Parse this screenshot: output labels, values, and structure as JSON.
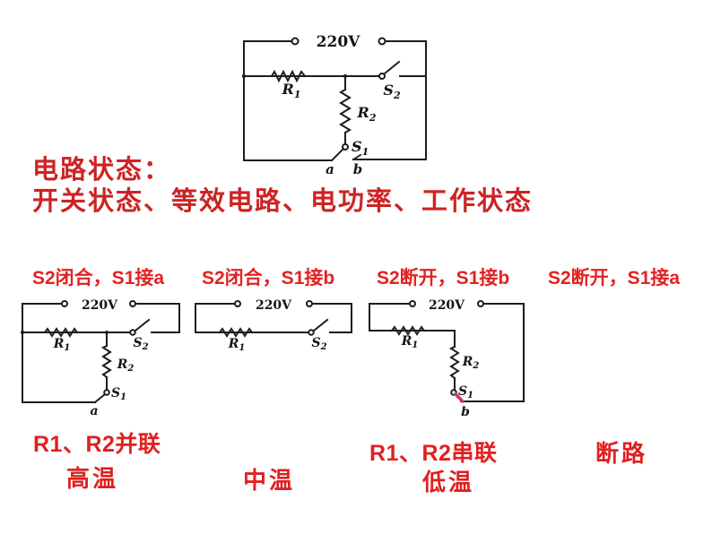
{
  "slide": {
    "heading_line1": "电路状态：",
    "heading_line2": "开关状态、等效电路、电功率、工作状态"
  },
  "circuit_labels": {
    "voltage": "220V",
    "r": "R",
    "s": "S",
    "sub1": "1",
    "sub2": "2",
    "contact_a": "a",
    "contact_b": "b"
  },
  "cases": [
    {
      "condition": "S2闭合，S1接a",
      "equivalent_circuit": "R1、R2并联",
      "working_state": "高温"
    },
    {
      "condition": "S2闭合，S1接b",
      "working_state": "中温"
    },
    {
      "condition": "S2断开，S1接b",
      "equivalent_circuit": "R1、R2串联",
      "working_state": "低温"
    },
    {
      "condition": "S2断开，S1接a",
      "equivalent_circuit": "断路"
    }
  ],
  "colors": {
    "heading_red": "#cd2323",
    "label_red": "#e32222",
    "wire_black": "#1c1c1c",
    "s1_highlight_pink": "#d6336c",
    "background": "#ffffff"
  }
}
